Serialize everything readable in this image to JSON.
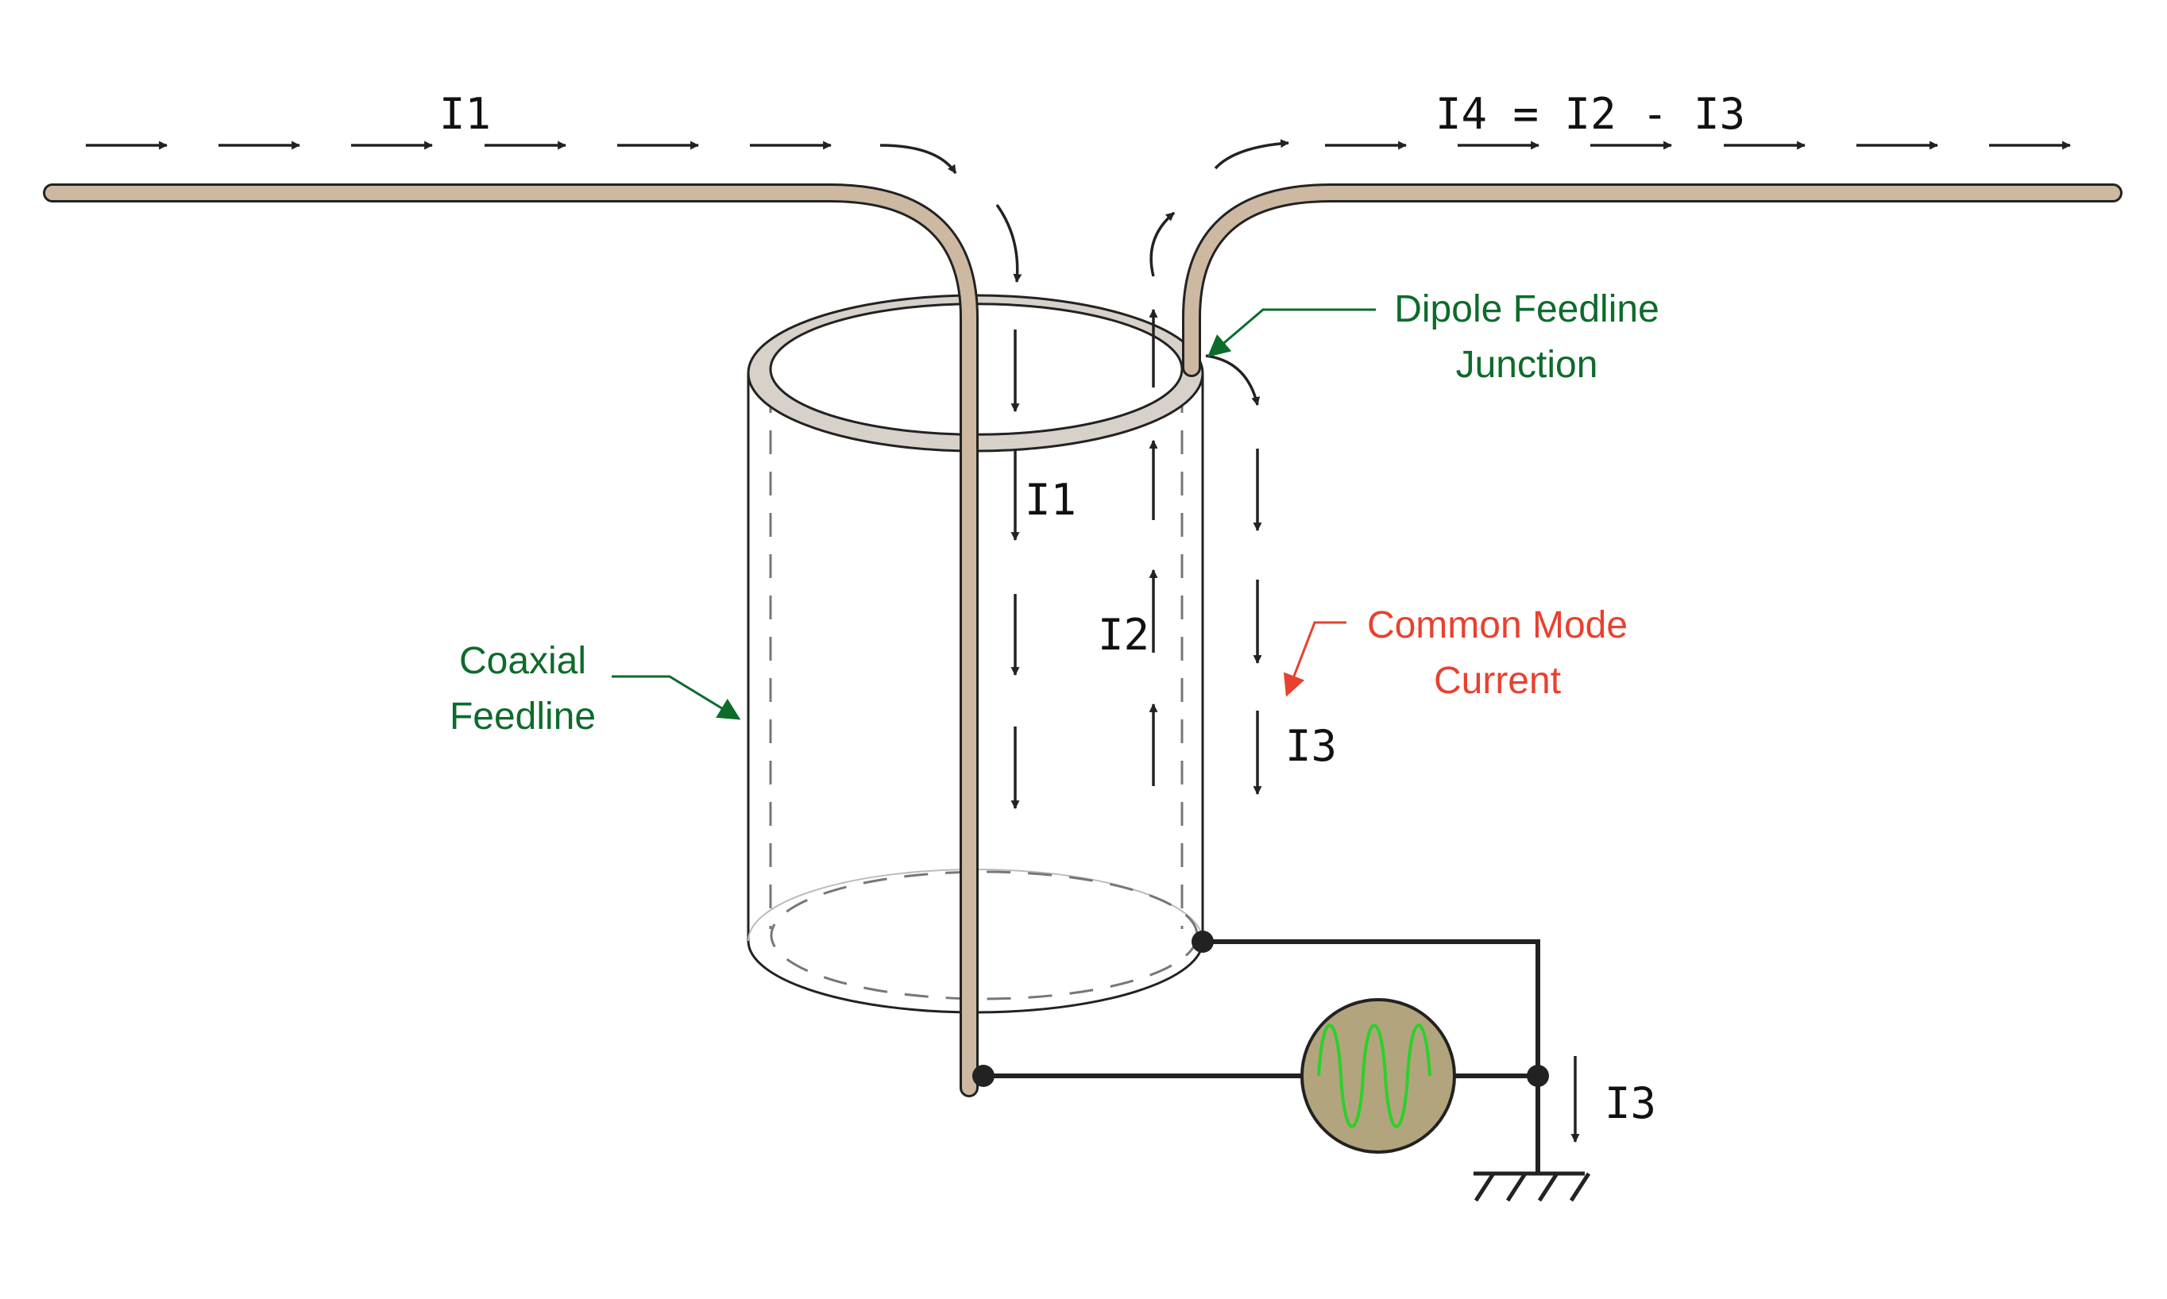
{
  "labels": {
    "i1_top": "I1",
    "i4_eq": "I4 = I2 - I3",
    "i1_inner": "I1",
    "i2": "I2",
    "i3_shield": "I3",
    "i3_ground": "I3"
  },
  "annotations": {
    "dipole_line1": "Dipole Feedline",
    "dipole_line2": "Junction",
    "coax_line1": "Coaxial",
    "coax_line2": "Feedline",
    "cm_line1": "Common Mode",
    "cm_line2": "Current"
  },
  "colors": {
    "wire_fill": "#cdb8a2",
    "stroke": "#222222",
    "rim_fill": "#d8d1c9",
    "green_label": "#0d6b2b",
    "red_label": "#e8412f",
    "source_fill": "#b2a57d",
    "sine": "#2bd12b"
  },
  "icons": {
    "source": "ac-source-icon",
    "ground": "ground-icon"
  }
}
